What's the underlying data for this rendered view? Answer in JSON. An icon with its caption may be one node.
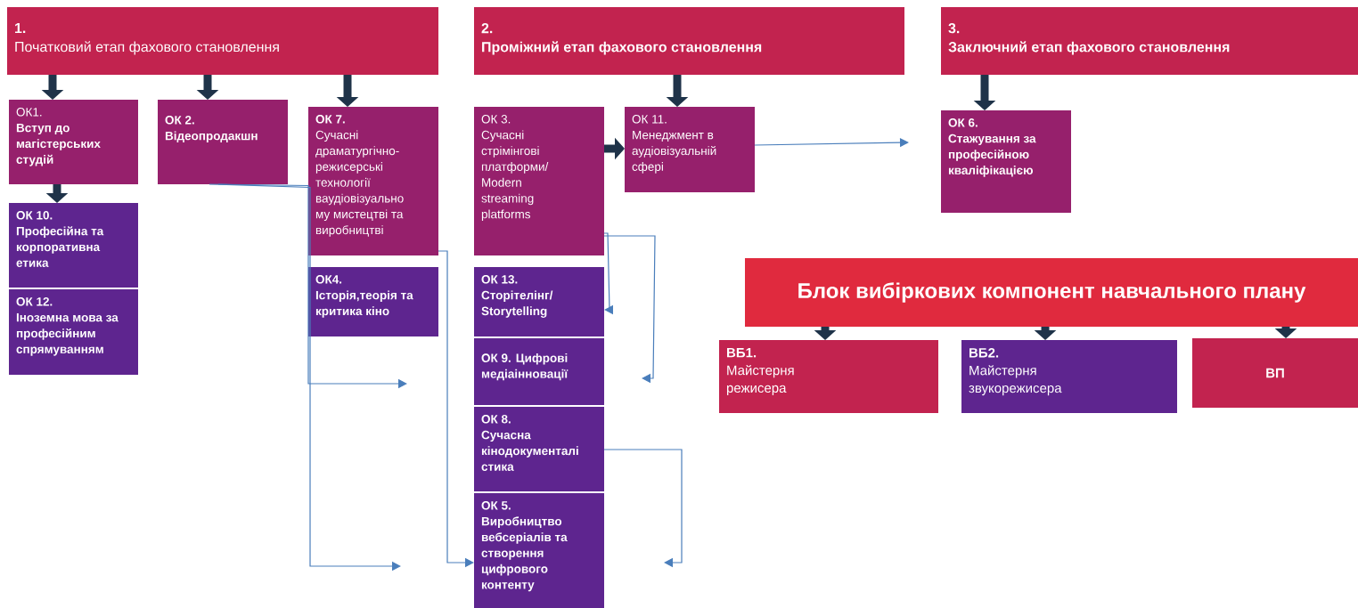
{
  "diagram": {
    "nodes": [
      {
        "text": [
          "1.",
          "Початковий етап фахового становлення"
        ]
      },
      {
        "text": [
          "2.",
          "Проміжний етап фахового становлення"
        ]
      },
      {
        "text": [
          "3.",
          "Заключний етап фахового становлення"
        ]
      },
      {
        "text": [
          "ОК1.",
          "Вступ до магістерських студій"
        ]
      },
      {
        "text": [
          "ОК 2.",
          "Відеопродакшн"
        ]
      },
      {
        "text": [
          "ОК 7.",
          "Сучасні драматургічно-режисерські технології ваудіовізуально му мистецтві та виробництві"
        ]
      },
      {
        "text": [
          "ОК4.",
          "Історія,теорія та критика кіно"
        ]
      },
      {
        "text": [
          "ОК 10.",
          "Професійна та корпоративна етика"
        ]
      },
      {
        "text": [
          "ОК 12.",
          "Іноземна мова за професійним спрямуванням"
        ]
      },
      {
        "text": [
          "ОК 3.",
          "Сучасні стрімінгові платформи/ Modern streaming platforms"
        ]
      },
      {
        "text": [
          "ОК 11.",
          "Менеджмент в аудіовізуальній сфері"
        ]
      },
      {
        "text": [
          "ОК 13.",
          "Сторітелінг/ Storytelling"
        ]
      },
      {
        "text": [
          "ОК 9. Цифрові медіаінновації"
        ]
      },
      {
        "text": [
          "ОК 8.",
          "Сучасна кінодокументалі стика"
        ]
      },
      {
        "text": [
          "ОК 5.",
          "Виробництво вебсеріалів та створення цифрового контенту"
        ]
      },
      {
        "text": [
          "ОК 6.",
          "Стажування за професійною кваліфікацією"
        ]
      },
      {
        "text": [
          "Блок вибіркових компонент навчального плану"
        ]
      },
      {
        "text": [
          "ВБ1.",
          "Майстерня режисера"
        ]
      },
      {
        "text": [
          "ВБ2.",
          "Майстерня звукорежисера"
        ]
      },
      {
        "text": [
          "ВП"
        ]
      }
    ],
    "edges": [
      {
        "from": 0,
        "to": 3,
        "arrow": "to"
      },
      {
        "from": 0,
        "to": 4,
        "arrow": "to"
      },
      {
        "from": 0,
        "to": 5,
        "arrow": "to"
      },
      {
        "from": 3,
        "to": 7,
        "arrow": "to"
      },
      {
        "from": 1,
        "to": 10,
        "arrow": "to"
      },
      {
        "from": 9,
        "to": 10,
        "arrow": "to"
      },
      {
        "from": 2,
        "to": 15,
        "arrow": "to"
      },
      {
        "from": 16,
        "to": 17,
        "arrow": "to"
      },
      {
        "from": 16,
        "to": 18,
        "arrow": "to"
      },
      {
        "from": 16,
        "to": 19,
        "arrow": "to"
      },
      {
        "from": 4,
        "to": null,
        "arrow": "to",
        "color": "#4a7ebb"
      },
      {
        "from": 4,
        "to": null,
        "arrow": "to",
        "color": "#4a7ebb"
      },
      {
        "from": 5,
        "to": 14,
        "arrow": "to",
        "color": "#4a7ebb"
      },
      {
        "from": 9,
        "to": 11,
        "arrow": "to",
        "color": "#4a7ebb"
      },
      {
        "from": 9,
        "to": null,
        "arrow": "to",
        "color": "#4a7ebb"
      },
      {
        "from": 13,
        "to": null,
        "arrow": "to",
        "color": "#4a7ebb"
      },
      {
        "from": 10,
        "to": null,
        "arrow": "to",
        "color": "#4a7ebb"
      }
    ]
  }
}
